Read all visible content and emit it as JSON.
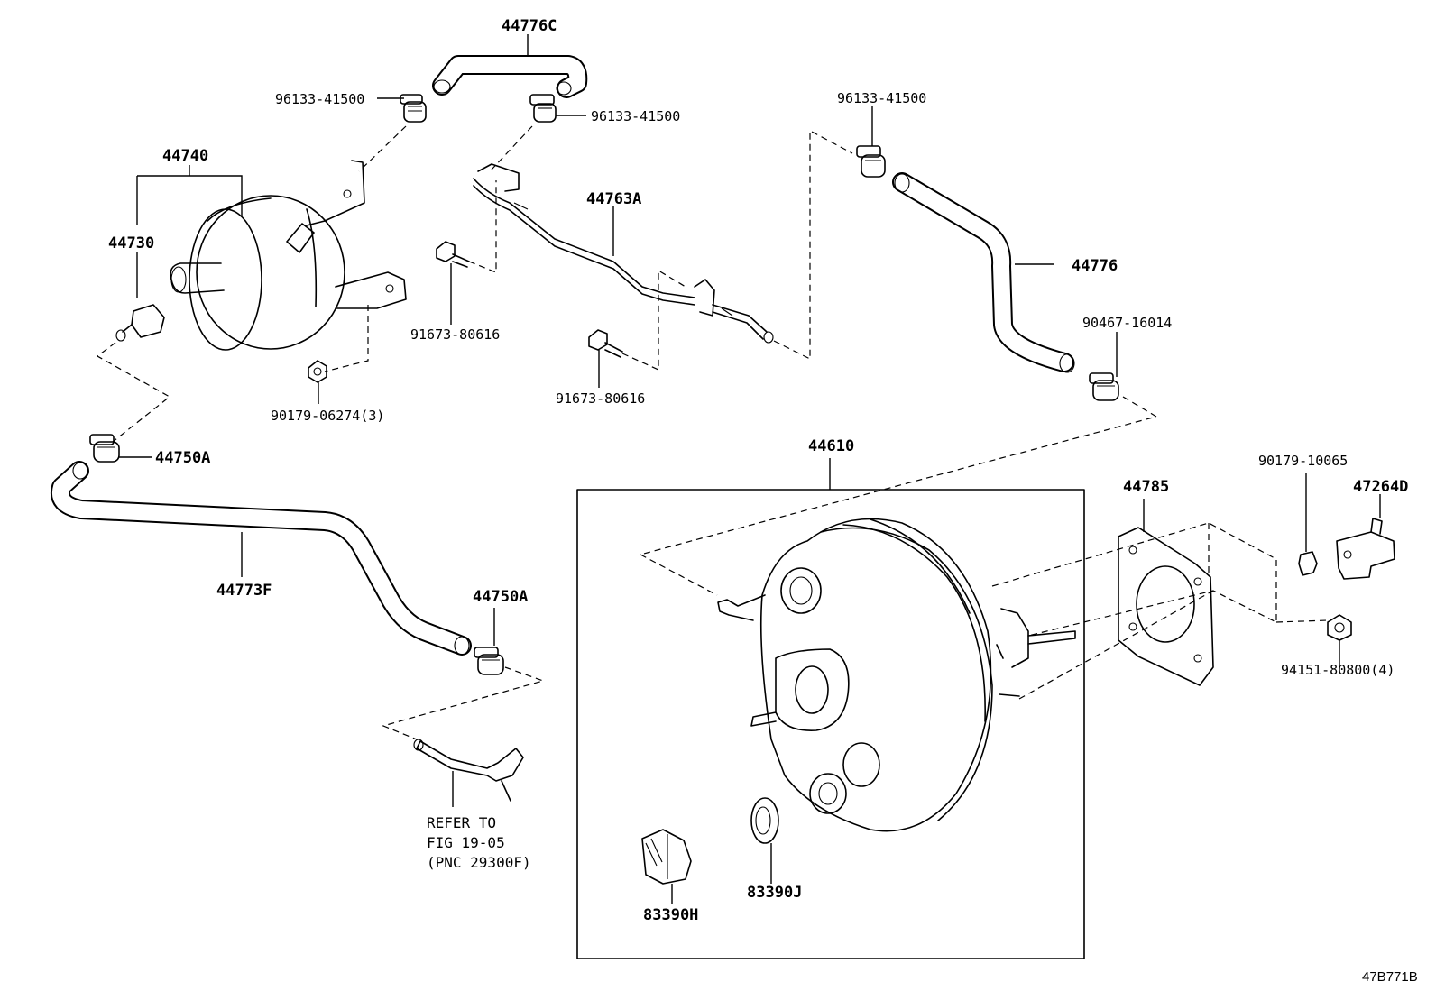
{
  "diagram_code": "47B771B",
  "labels": {
    "p44776C": "44776C",
    "p96133_a": "96133-41500",
    "p96133_b": "96133-41500",
    "p96133_c": "96133-41500",
    "p44740": "44740",
    "p44730": "44730",
    "p44763A": "44763A",
    "p44776": "44776",
    "p91673_a": "91673-80616",
    "p91673_b": "91673-80616",
    "p90467": "90467-16014",
    "p90179_06274": "90179-06274(3)",
    "p44750A_a": "44750A",
    "p44750A_b": "44750A",
    "p44773F": "44773F",
    "p44610": "44610",
    "p44785": "44785",
    "p90179_10065": "90179-10065",
    "p47264D": "47264D",
    "p94151": "94151-80800(4)",
    "p83390H": "83390H",
    "p83390J": "83390J"
  },
  "reference_note": {
    "line1": "REFER TO",
    "line2": "FIG 19-05",
    "line3": "(PNC 29300F)"
  }
}
